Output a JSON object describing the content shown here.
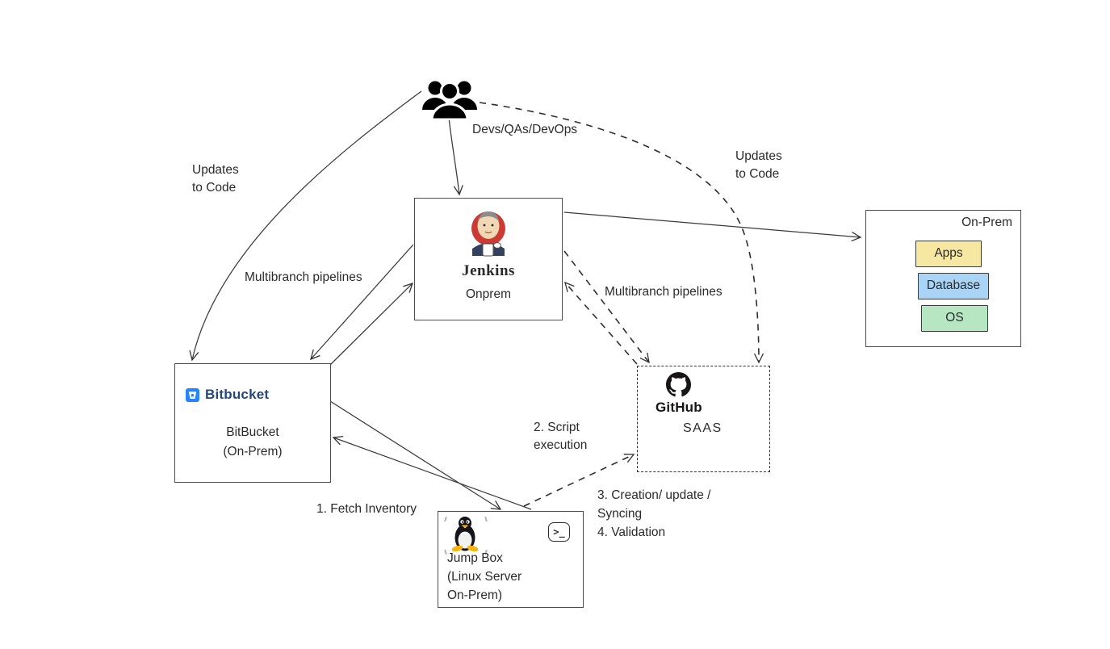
{
  "diagram": {
    "people": {
      "label": "Devs/QAs/DevOps"
    },
    "jenkins": {
      "title": "Jenkins",
      "subtitle": "Onprem"
    },
    "bitbucket": {
      "logo_text": "Bitbucket",
      "line1": "BitBucket",
      "line2": "(On-Prem)"
    },
    "github": {
      "logo_text": "GitHub",
      "subtitle": "SAAS"
    },
    "onprem": {
      "title": "On-Prem",
      "layers": [
        {
          "label": "Apps",
          "fill": "#F6E7A2"
        },
        {
          "label": "Database",
          "fill": "#A9D4F6"
        },
        {
          "label": "OS",
          "fill": "#B7E6C3"
        }
      ]
    },
    "jumpbox": {
      "line1": "Jump Box",
      "line2": "(Linux Server",
      "line3": "On-Prem)",
      "terminal_glyph": ">_"
    },
    "labels": {
      "updates_left_1": "Updates",
      "updates_left_2": "to Code",
      "updates_right_1": "Updates",
      "updates_right_2": "to Code",
      "multibranch_left": "Multibranch pipelines",
      "multibranch_right": "Multibranch pipelines",
      "fetch_inventory": "1. Fetch Inventory",
      "script_1": "2. Script",
      "script_2": "execution",
      "creation": "3. Creation/ update /",
      "syncing": "Syncing",
      "validation": "4. Validation"
    },
    "colors": {
      "line": "#333333",
      "bitbucket_blue": "#2684FF",
      "bitbucket_wordmark": "#24477F",
      "jenkins_red": "#CC3B33",
      "github_black": "#171515",
      "apps_fill": "#F6E7A2",
      "database_fill": "#A9D4F6",
      "os_fill": "#B7E6C3"
    }
  }
}
